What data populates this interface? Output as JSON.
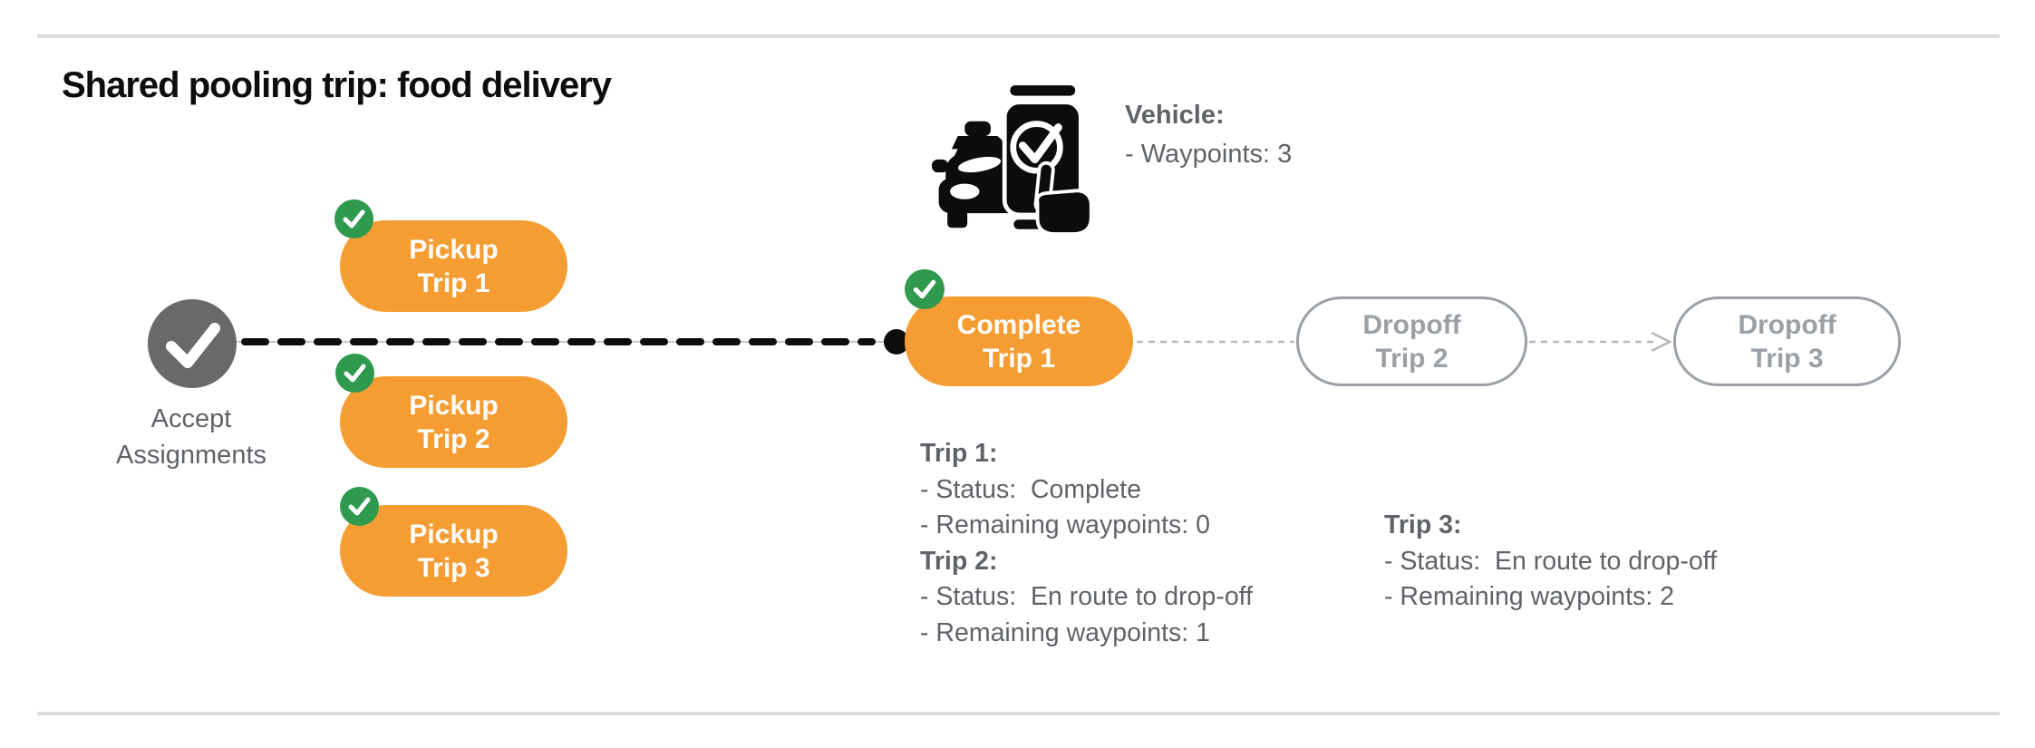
{
  "page": {
    "title": "Shared pooling trip: food delivery"
  },
  "vehicle": {
    "icon": "car-phone-check-icon",
    "label": "Vehicle:",
    "waypoints_line": "- Waypoints: 3"
  },
  "flow": {
    "start": {
      "icon": "check-icon",
      "label_line1": "Accept",
      "label_line2": "Assignments"
    },
    "pickups": [
      {
        "line1": "Pickup",
        "line2": "Trip 1",
        "badge_icon": "check-badge-icon"
      },
      {
        "line1": "Pickup",
        "line2": "Trip 2",
        "badge_icon": "check-badge-icon"
      },
      {
        "line1": "Pickup",
        "line2": "Trip 3",
        "badge_icon": "check-badge-icon"
      }
    ],
    "current": {
      "line1": "Complete",
      "line2": "Trip 1",
      "badge_icon": "check-badge-icon"
    },
    "dropoffs": [
      {
        "line1": "Dropoff",
        "line2": "Trip 2"
      },
      {
        "line1": "Dropoff",
        "line2": "Trip 3"
      }
    ]
  },
  "trip_status": {
    "trip1": {
      "heading": "Trip 1:",
      "status": "- Status:  Complete",
      "waypoints": "- Remaining waypoints: 0"
    },
    "trip2": {
      "heading": "Trip 2:",
      "status": "- Status:  En route to drop-off",
      "waypoints": "- Remaining waypoints: 1"
    },
    "trip3": {
      "heading": "Trip 3:",
      "status": "- Status:  En route to drop-off",
      "waypoints": "- Remaining waypoints: 2"
    }
  },
  "colors": {
    "accent_orange": "#f59d33",
    "badge_green": "#2f9a4e",
    "node_gray": "#696969",
    "text_gray": "#5f6368",
    "ghost_gray": "#9aa0a6",
    "line_black": "#0d0d0d",
    "rule_gray": "#dcdcdc"
  }
}
